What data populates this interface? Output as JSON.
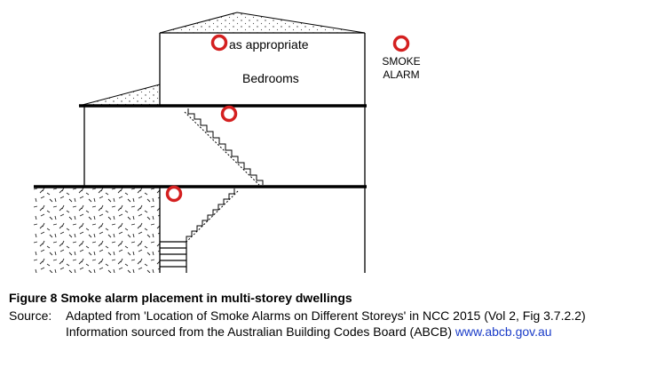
{
  "diagram": {
    "labels": {
      "as_appropriate": "as appropriate",
      "bedrooms": "Bedrooms"
    },
    "legend": {
      "line1": "SMOKE",
      "line2": "ALARM"
    },
    "colors": {
      "alarm": "#d42020",
      "structure": "#000000",
      "link": "#1a3cc8"
    },
    "icons": [
      "smoke-alarm-icon"
    ]
  },
  "caption": {
    "title": "Figure 8 Smoke alarm placement in multi-storey dwellings",
    "source_label": "Source:",
    "source_line1": "Adapted from 'Location of Smoke Alarms on Different Storeys'  in NCC 2015 (Vol 2, Fig 3.7.2.2)",
    "source_line2_text": "Information sourced from the Australian Building Codes Board (ABCB) ",
    "source_link": "www.abcb.gov.au"
  }
}
